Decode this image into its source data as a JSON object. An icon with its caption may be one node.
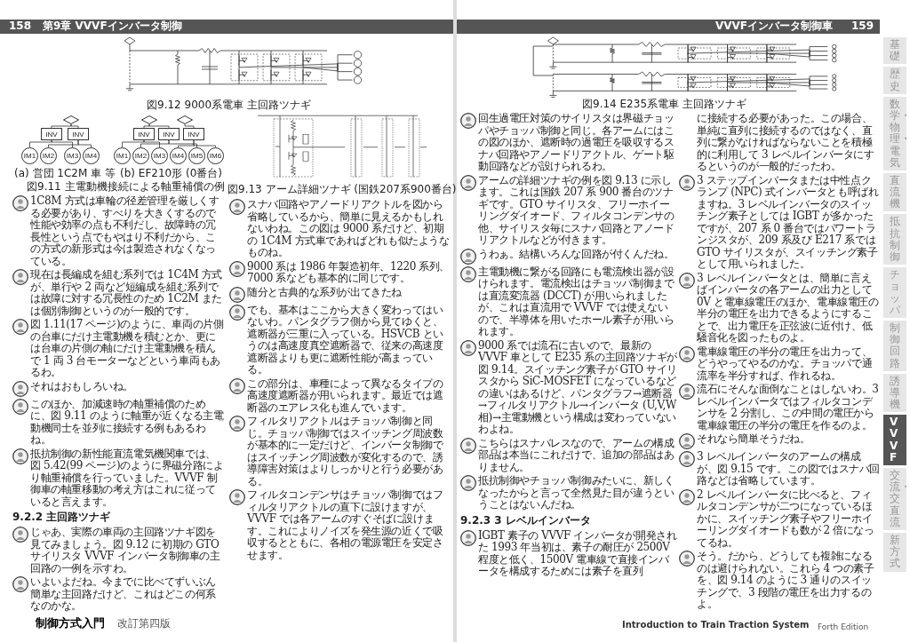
{
  "diagram": {
    "nodes": [
      {
        "text": [],
        "shape": "diamond"
      },
      {
        "text": [
          "INV"
        ]
      },
      {
        "text": [
          "INV"
        ]
      },
      {
        "text": [
          "IM1"
        ]
      },
      {
        "text": [
          "IM2"
        ]
      },
      {
        "text": [
          "IM3"
        ]
      },
      {
        "text": [
          "IM4"
        ]
      },
      {
        "text": [],
        "shape": "diamond"
      },
      {
        "text": [],
        "shape": "diamond"
      },
      {
        "text": [
          "INV"
        ]
      },
      {
        "text": [
          "INV"
        ]
      },
      {
        "text": [
          "INV"
        ]
      },
      {
        "text": [
          "IM1"
        ]
      },
      {
        "text": [
          "IM2"
        ]
      },
      {
        "text": [
          "IM3"
        ]
      },
      {
        "text": [
          "IM4"
        ]
      },
      {
        "text": [
          "IM5"
        ]
      },
      {
        "text": [
          "IM6"
        ]
      }
    ],
    "edges": [
      {
        "from": 0,
        "to": 1,
        "arrow": "none"
      },
      {
        "from": 0,
        "to": 2,
        "arrow": "none"
      },
      {
        "from": 1,
        "to": 3,
        "arrow": "none"
      },
      {
        "from": 1,
        "to": 5,
        "arrow": "none"
      },
      {
        "from": 2,
        "to": 4,
        "arrow": "none"
      },
      {
        "from": 2,
        "to": 6,
        "arrow": "none"
      },
      {
        "from": 7,
        "to": 9,
        "arrow": "none"
      },
      {
        "from": 7,
        "to": 10,
        "arrow": "none"
      },
      {
        "from": 8,
        "to": 11,
        "arrow": "none"
      },
      {
        "from": 9,
        "to": 12,
        "arrow": "none"
      },
      {
        "from": 9,
        "to": 14,
        "arrow": "none"
      },
      {
        "from": 10,
        "to": 13,
        "arrow": "none"
      },
      {
        "from": 10,
        "to": 16,
        "arrow": "none"
      },
      {
        "from": 11,
        "to": 15,
        "arrow": "none"
      },
      {
        "from": 11,
        "to": 17,
        "arrow": "none"
      }
    ],
    "labels": [
      "158",
      "第9章 VVVFインバータ制御",
      "図9.12 9000系電車 主回路ツナギ",
      "(a) 営団 1C2M 車 等",
      "(b) EF210形 (0番台)",
      "図9.11 主電動機接続による軸重補償の例",
      "図9.13 アーム詳細ツナギ (国鉄207系900番台)",
      "1C8M 方式は車輪の径差管理を厳しくする必要があり、すべりを大きくするので性能や効率の点も不利だし、故障時の冗長性という点でもやはり不利だから、この方式の新形式は今は製造されなくなっている。",
      "現在は長編成を組む系列では 1C4M 方式が、単行や 2 両など短編成を組む系列では故障に対する冗長性のため 1C2M または個別制御というのが一般的です。",
      "図 1.11(17 ページ)のように、車両の片側の台車にだけ主電動機を積むとか、更には台車の片側の軸にだけ主電動機を積んで 1 両 3 台モーターなどという車両もあるわ。",
      "それはおもしろいね。",
      "このほか、加減速時の軸重補償のために、図 9.11 のように軸重が近くなる主電動機同士を並列に接続する例もあるわね。",
      "抵抗制御の新性能直流電気機関車では、図 5.42(99 ページ)のように界磁分路により軸重補償を行っていました。VVVF 制御車の軸重移動の考え方はこれに従っていると言えます。",
      "9.2.2 主回路ツナギ",
      "じゃあ、実際の車両の主回路ツナギ図を見てみましょう。図 9.12 に初期の GTO サイリスタ VVVF インバータ制御車の主回路の一例を示すわ。",
      "いよいよだね。今までに比べてずいぶん簡単な主回路だけど、これはどこの何系なのかな。",
      "制御方式入門",
      "改訂第四版",
      "スナバ回路やアノードリアクトルを図から省略しているから、簡単に見えるかもしれないわね。この図は 9000 系だけど、初期の 1C4M 方式車であればどれも似たようなものね。",
      "9000 系は 1986 年製造初年、1220 系列、7000 系なども基本的に同じです。",
      "随分と古典的な系列が出てきたね",
      "でも、基本はここから大きく変わってはいないわ。パンタグラフ側から見てゆくと、遮断器が三重に入っている。HSVCB というのは高速度真空遮断器で、従来の高速度遮断器よりも更に遮断性能が高まっている。",
      "この部分は、車種によって異なるタイプの高速度遮断器が用いられます。最近では遮断器のエアレス化も進んでいます。",
      "フィルタリアクトルはチョッパ制御と同じ。チョッパ制御ではスイッチング周波数が基本的に一定だけど、インバータ制御ではスイッチング周波数が変化するので、誘導障害対策はよりしっかりと行う必要がある。",
      "フィルタコンデンサはチョッパ制御ではフィルタリアクトルの直下に設けますが、VVVF では各アームのすぐそばに設けます。これによりノイズを発生源の近くで吸収するとともに、各相の電源電圧を安定させます。",
      "VVVFインバータ制御車",
      "159",
      "図9.14 E235系電車 主回路ツナギ",
      "回生過電圧対策のサイリスタは界磁チョッパやチョッパ制御と同じ。各アームにはこの図のほか、遮断時の過電圧を吸収するスナバ回路やアノードリアクトル、ゲート駆動回路などが設けられるわ。",
      "アームの詳細ツナギの例を図 9.13 に示します。これは国鉄 207 系 900 番台のツナギです。GTO サイリスタ、フリーホイーリングダイオード、フィルタコンデンサの他、サイリスタ毎にスナバ回路とアノードリアクトルなどが付きます。",
      "うわぁ。結構いろんな回路が付くんだね。",
      "主電動機に繋がる回路にも電流検出器が設けられます。電流検出はチョッパ制御までは直流変流器 (DCCT) が用いられましたが、これは直流用で VVVF では使えないので、半導体を用いたホール素子が用いられます。",
      "9000 系では流石に古いので、最新の VVVF 車として E235 系の主回路ツナギが図 9.14。スイッチング素子が GTO サイリスタから SiC-MOSFET になっているなどの違いはあるけど、パンタグラフ→遮断器→フィルタリアクトル→インバータ (U,V,W 相)→主電動機という構成は変わっていないわよね。",
      "こちらはスナバレスなので、アームの構成部品は本当にこれだけで、追加の部品はありません。",
      "抵抗制御やチョッパ制御みたいに、新しくなったからと言って全然見た目が違うということはないんだね。",
      "9.2.3 3 レベルインバータ",
      "IGBT 素子の VVVF インバータが開発された 1993 年当初は、素子の耐圧が 2500V 程度と低く、1500V 電車線で直接インバータを構成するためには素子を直列",
      "に接続する必要があった。この場合、単純に直列に接続するのではなく、直列に繋がなければならないことを積極的に利用して 3 レベルインバータにするというのが一般的だったわ。",
      "3 ステップインバータまたは中性点クランプ (NPC) 式インバータとも呼ばれますね。3 レベルインバータのスイッチング素子としては IGBT が多かったですが、207 系 0 番台ではパワートランジスタが、209 系及び E217 系では GTO サイリスタが、スイッチング素子として用いられました。",
      "3 レベルインバータとは、簡単に言えばインバータの各アームの出力として 0V と電車線電圧のほか、電車線電圧の半分の電圧を出力できるようにすることで、出力電圧を正弦波に近付け、低騒音化を図ったものよ。",
      "電車線電圧の半分の電圧を出力って、どうやってやるのかな。チョッパで通流率を半分すれば、作れるね。",
      "流石にそんな面倒なことはしないわ。3 レベルインバータではフィルタコンデンサを 2 分割し、この中間の電圧から電車線電圧の半分の電圧を作るのよ。",
      "それなら簡単そうだね。",
      "3 レベルインバータのアームの構成が、図 9.15 です。この図ではスナバ回路などは省略しています。",
      "2 レベルインバータに比べると、フィルタコンデンサが二つになっているほかに、スイッチング素子やフリーホイーリングダイオードも数が 2 倍になってるね。",
      "そう。だから、どうしても複雑になるのは避けられない。これら 4 つの素子を、図 9.14 のように 3 通りのスイッチングで、3 段階の電圧を出力するのよ。",
      "基礎",
      "歴史",
      "数学・物理・電気",
      "直流機",
      "抵抗制御",
      "チョッパ",
      "制御回路",
      "誘導機",
      "VVVF",
      "交流・交直流",
      "新方式",
      "Introduction to Train Traction System",
      "Forth Edition"
    ]
  }
}
